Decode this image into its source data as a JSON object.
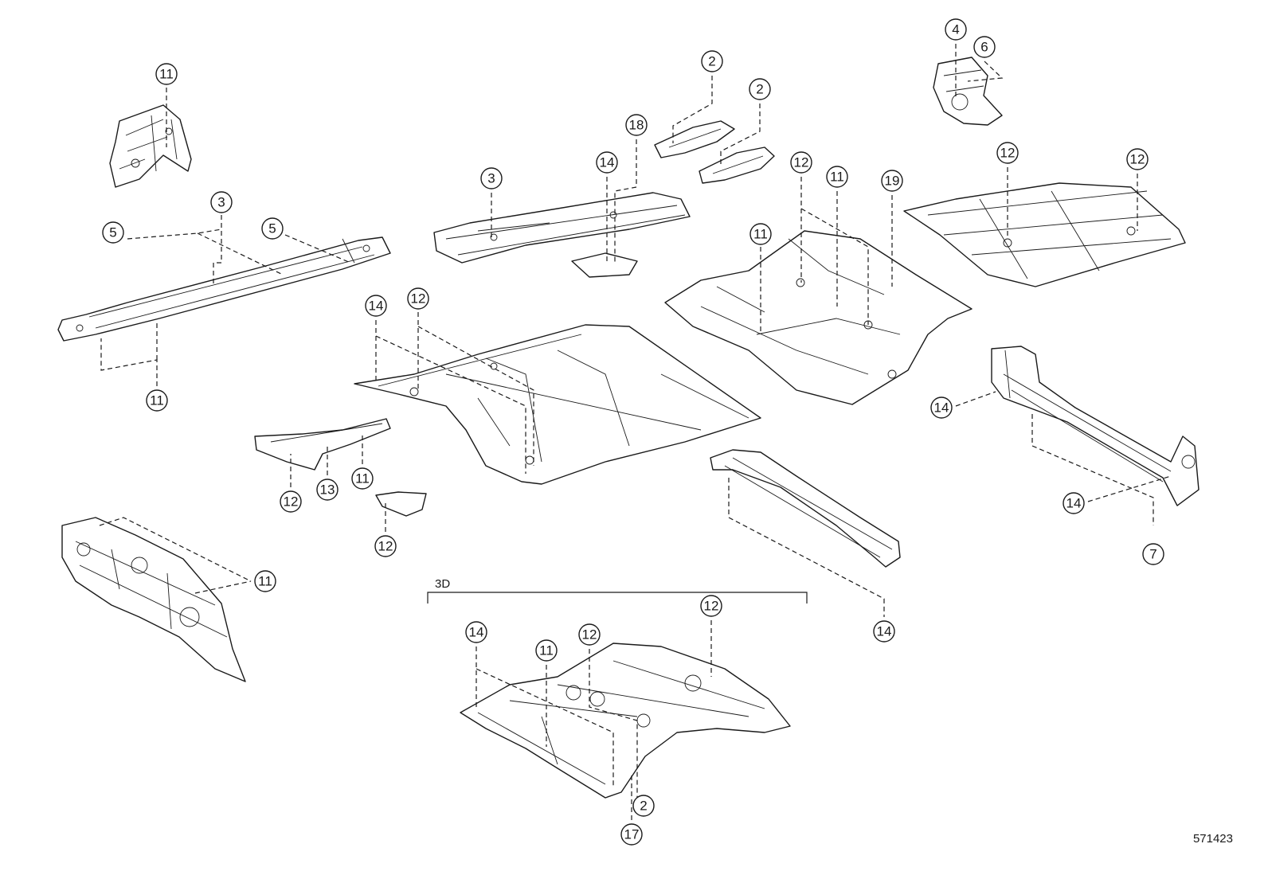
{
  "diagram_id": "571423",
  "group_label": "3D",
  "callouts": [
    {
      "id": "c1",
      "label": "11"
    },
    {
      "id": "c2",
      "label": "3"
    },
    {
      "id": "c3",
      "label": "5"
    },
    {
      "id": "c4",
      "label": "5"
    },
    {
      "id": "c5",
      "label": "11"
    },
    {
      "id": "c6",
      "label": "3"
    },
    {
      "id": "c7",
      "label": "14"
    },
    {
      "id": "c8",
      "label": "18"
    },
    {
      "id": "c9",
      "label": "2"
    },
    {
      "id": "c10",
      "label": "2"
    },
    {
      "id": "c11",
      "label": "4"
    },
    {
      "id": "c12",
      "label": "6"
    },
    {
      "id": "c13",
      "label": "12"
    },
    {
      "id": "c14",
      "label": "11"
    },
    {
      "id": "c15",
      "label": "19"
    },
    {
      "id": "c16",
      "label": "11"
    },
    {
      "id": "c17",
      "label": "12"
    },
    {
      "id": "c18",
      "label": "12"
    },
    {
      "id": "c19",
      "label": "14"
    },
    {
      "id": "c20",
      "label": "12"
    },
    {
      "id": "c21",
      "label": "12"
    },
    {
      "id": "c22",
      "label": "13"
    },
    {
      "id": "c23",
      "label": "11"
    },
    {
      "id": "c24",
      "label": "12"
    },
    {
      "id": "c25",
      "label": "14"
    },
    {
      "id": "c26",
      "label": "14"
    },
    {
      "id": "c27",
      "label": "7"
    },
    {
      "id": "c28",
      "label": "11"
    },
    {
      "id": "c29",
      "label": "14"
    },
    {
      "id": "c30",
      "label": "14"
    },
    {
      "id": "c31",
      "label": "11"
    },
    {
      "id": "c32",
      "label": "12"
    },
    {
      "id": "c33",
      "label": "12"
    },
    {
      "id": "c34",
      "label": "2"
    },
    {
      "id": "c35",
      "label": "17"
    }
  ]
}
